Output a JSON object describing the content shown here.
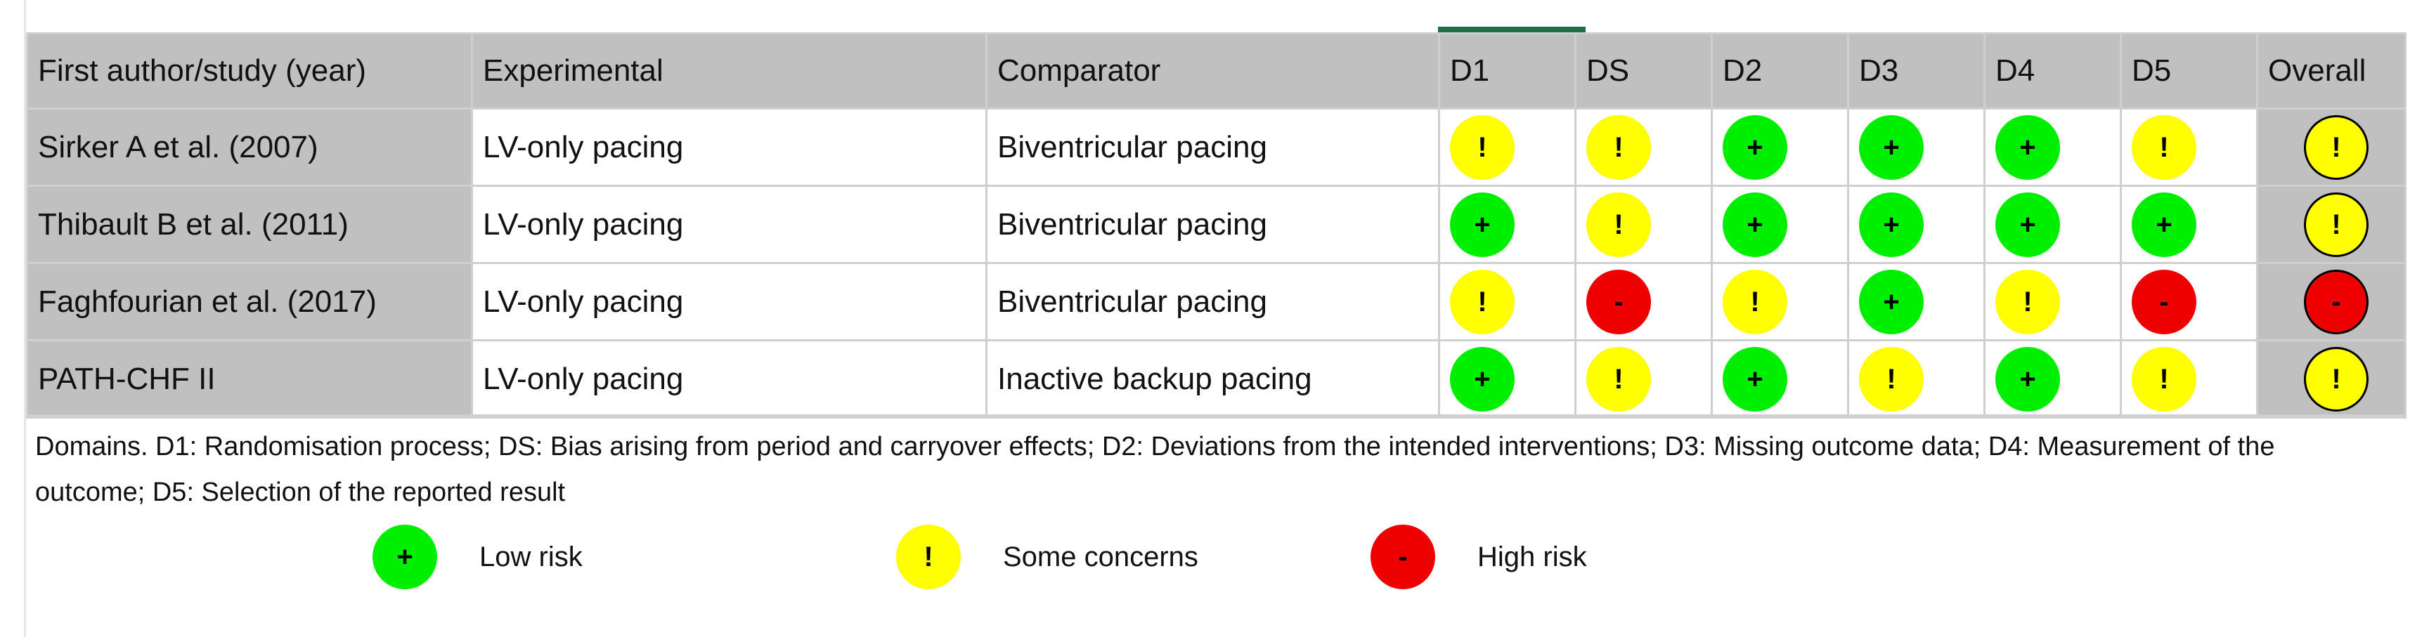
{
  "colors": {
    "low": "#00ee00",
    "some": "#ffff00",
    "high": "#ee0000",
    "header_bg": "#c0c0c0"
  },
  "symbols": {
    "low": "+",
    "some": "!",
    "high": "-"
  },
  "table": {
    "headers": [
      "First author/study (year)",
      "Experimental",
      "Comparator",
      "D1",
      "DS",
      "D2",
      "D3",
      "D4",
      "D5",
      "Overall"
    ],
    "rows": [
      {
        "study": "Sirker A et al. (2007)",
        "experimental": "LV-only pacing",
        "comparator": "Biventricular pacing",
        "judgements": [
          "some",
          "some",
          "low",
          "low",
          "low",
          "some"
        ],
        "overall": "some"
      },
      {
        "study": "Thibault B et al. (2011)",
        "experimental": "LV-only pacing",
        "comparator": "Biventricular pacing",
        "judgements": [
          "low",
          "some",
          "low",
          "low",
          "low",
          "low"
        ],
        "overall": "some"
      },
      {
        "study": "Faghfourian et al. (2017)",
        "experimental": "LV-only pacing",
        "comparator": "Biventricular pacing",
        "judgements": [
          "some",
          "high",
          "some",
          "low",
          "some",
          "high"
        ],
        "overall": "high"
      },
      {
        "study": "PATH-CHF II",
        "experimental": "LV-only pacing",
        "comparator": "Inactive backup pacing",
        "judgements": [
          "low",
          "some",
          "low",
          "some",
          "low",
          "some"
        ],
        "overall": "some"
      }
    ]
  },
  "footnote": {
    "line1": "Domains. D1: Randomisation process; DS: Bias arising from period and carryover effects; D2: Deviations from the intended interventions; D3: Missing outcome data;  D4: Measurement of the",
    "line2": "outcome; D5: Selection of the reported result"
  },
  "legend": [
    {
      "level": "low",
      "label": "Low risk"
    },
    {
      "level": "some",
      "label": "Some concerns"
    },
    {
      "level": "high",
      "label": "High risk"
    }
  ]
}
